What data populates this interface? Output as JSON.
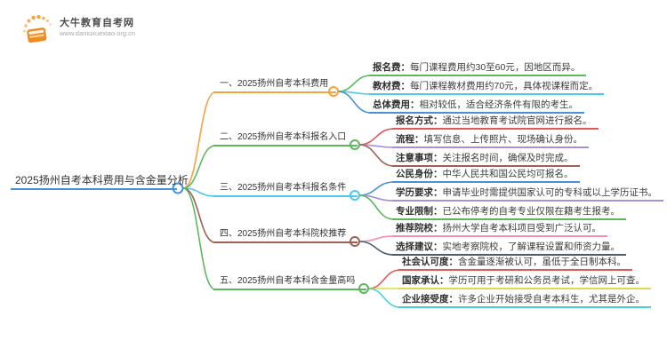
{
  "logo": {
    "title": "大牛教育自考网",
    "url": "www.daniuxuexiao.org.cn",
    "icon": "book-icon",
    "brand_color": "#f5992e"
  },
  "root": {
    "label": "2025扬州自考本科费用与含金量分析",
    "color": "#4a90d9"
  },
  "branches": [
    {
      "label": "一、2025扬州自考本科费用",
      "color": "#f5a33c",
      "children": [
        {
          "label": "报名费：",
          "text": "每门课程费用约30至60元，因地区而异。",
          "color": "#5cb85c"
        },
        {
          "label": "教材费：",
          "text": "每门课程教材费用约70元，具体视课程而定。",
          "color": "#4fc8ea"
        },
        {
          "label": "总体费用：",
          "text": "相对较低，适合经济条件有限的考生。",
          "color": "#4a90d9"
        }
      ]
    },
    {
      "label": "二、2025扬州自考本科报名入口",
      "color": "#5cb85c",
      "children": [
        {
          "label": "报名方式：",
          "text": "通过当地教育考试院官网进行报名。",
          "color": "#e25757"
        },
        {
          "label": "流程：",
          "text": "填写信息、上传照片、现场确认身份。",
          "color": "#a98fd6"
        },
        {
          "label": "注意事项：",
          "text": "关注报名时间，确保及时完成。",
          "color": "#9e5f55"
        }
      ]
    },
    {
      "label": "三、2025扬州自考本科报名条件",
      "color": "#4fc8ea",
      "children": [
        {
          "label": "公民身份：",
          "text": "中华人民共和国公民均可报名。",
          "color": "#4a90d9"
        },
        {
          "label": "学历要求：",
          "text": "申请毕业时需提供国家认可的专科或以上学历证书。",
          "color": "#a98fd6"
        },
        {
          "label": "专业限制：",
          "text": "已公布停考的自考专业仅限在籍考生报考。",
          "color": "#5cb85c"
        }
      ]
    },
    {
      "label": "四、2025扬州自考本科院校推荐",
      "color": "#9e5f55",
      "children": [
        {
          "label": "推荐院校：",
          "text": "扬州大学自考本科项目受到广泛认可。",
          "color": "#f48fb1"
        },
        {
          "label": "选择建议：",
          "text": "实地考察院校，了解课程设置和师资力量。",
          "color": "#4e5d6c"
        }
      ]
    },
    {
      "label": "五、2025扬州自考本科含金量高吗",
      "color": "#5cb85c",
      "children": [
        {
          "label": "社会认可度：",
          "text": "含金量逐渐被认可，虽低于全日制本科。",
          "color": "#e25757"
        },
        {
          "label": "国家承认：",
          "text": "学历可用于考研和公务员考试，学信网上可查。",
          "color": "#e0d94a"
        },
        {
          "label": "企业接受度：",
          "text": "许多企业开始接受自考本科生，尤其是外企。",
          "color": "#45cede"
        }
      ]
    }
  ]
}
